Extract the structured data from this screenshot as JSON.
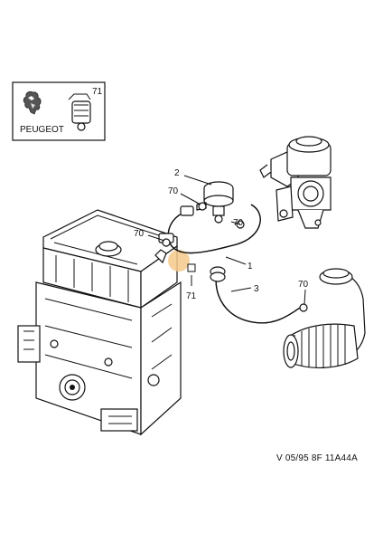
{
  "inset": {
    "brand_label": "PEUGEOT",
    "ref_number": "71"
  },
  "callouts": [
    {
      "id": "c2",
      "text": "2"
    },
    {
      "id": "c70a",
      "text": "70"
    },
    {
      "id": "c70b",
      "text": "70"
    },
    {
      "id": "c70c",
      "text": "70"
    },
    {
      "id": "c70d",
      "text": "70"
    },
    {
      "id": "c1",
      "text": "1"
    },
    {
      "id": "c3",
      "text": "3"
    },
    {
      "id": "c71",
      "text": "71"
    }
  ],
  "footer": {
    "reference": "V 05/95 8F 11A44A"
  },
  "colors": {
    "ink": "#111111",
    "highlight": "#f6c98a",
    "paper": "#ffffff"
  }
}
